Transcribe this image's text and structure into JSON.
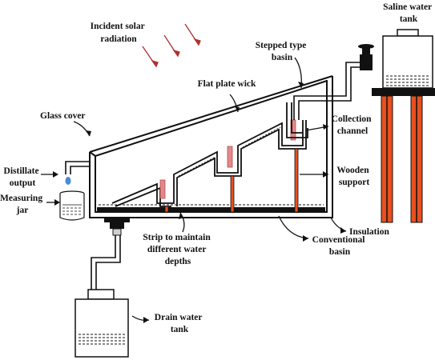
{
  "diagram": {
    "labels": {
      "incident_solar_radiation": [
        "Incident solar",
        "radiation"
      ],
      "saline_water_tank": [
        "Saline water",
        "tank"
      ],
      "stepped_type_basin": [
        "Stepped type",
        "basin"
      ],
      "flat_plate_wick": [
        "Flat plate wick"
      ],
      "glass_cover": [
        "Glass cover"
      ],
      "collection_channel": [
        "Collection",
        "channel"
      ],
      "distillate_output": [
        "Distillate",
        "output"
      ],
      "wooden_support": [
        "Wooden",
        "support"
      ],
      "measuring_jar": [
        "Measuring",
        "jar"
      ],
      "insulation": [
        "Insulation"
      ],
      "conventional_basin": [
        "Conventional",
        "basin"
      ],
      "strip": [
        "Strip to maintain",
        "different water",
        "depths"
      ],
      "drain_water_tank": [
        "Drain water",
        "tank"
      ]
    },
    "colors": {
      "line": "#111111",
      "wooden_support": "#e8501f",
      "solar_ray": "#b03030",
      "water_strip": "#e48888",
      "droplet": "#4a8ad8",
      "frame_gray": "#cfcfcf"
    }
  }
}
